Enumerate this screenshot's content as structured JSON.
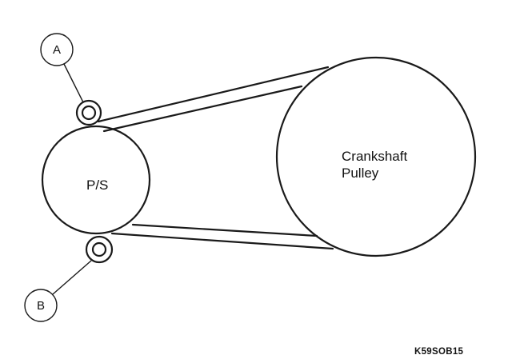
{
  "diagram": {
    "ps_pulley_label": "P/S",
    "crankshaft_label_line1": "Crankshaft",
    "crankshaft_label_line2": "Pulley",
    "callout_a": "A",
    "callout_b": "B",
    "figure_code": "K59SOB15"
  }
}
